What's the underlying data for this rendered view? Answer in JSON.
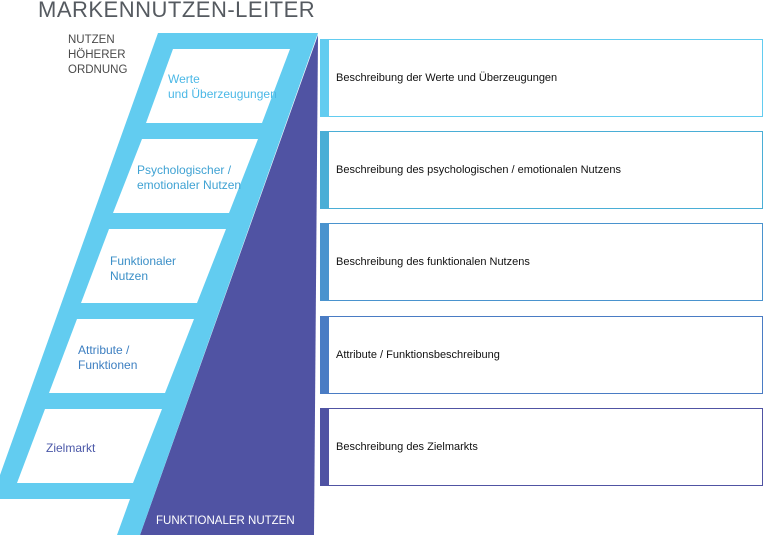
{
  "title": "MARKENNUTZEN-LEITER",
  "top_label": [
    "NUTZEN",
    "HÖHERER",
    "ORDNUNG"
  ],
  "bottom_label": "FUNKTIONALER NUTZEN",
  "colors": {
    "ladder": "#62ccf0",
    "triangle": "#5053a3",
    "rung_fill": "#ffffff"
  },
  "levels": [
    {
      "label": [
        "Werte",
        "und Überzeugungen"
      ],
      "description": "Beschreibung der Werte und Überzeugungen",
      "text_color": "#4bb8e6",
      "accent": "#62ccf0"
    },
    {
      "label": [
        "Psychologischer /",
        "emotionaler Nutzen"
      ],
      "description": "Beschreibung des psychologischen / emotionalen Nutzens",
      "text_color": "#3fa2d3",
      "accent": "#4aaed6"
    },
    {
      "label": [
        "Funktionaler",
        "Nutzen"
      ],
      "description": "Beschreibung des funktionalen Nutzens",
      "text_color": "#3b8fc7",
      "accent": "#4a93ce"
    },
    {
      "label": [
        "Attribute /",
        "Funktionen"
      ],
      "description": "Attribute / Funktionsbeschreibung",
      "text_color": "#3d7fc1",
      "accent": "#4a7cc4"
    },
    {
      "label": [
        "Zielmarkt"
      ],
      "description": "Beschreibung des Zielmarkts",
      "text_color": "#4b58a8",
      "accent": "#5053a3"
    }
  ]
}
